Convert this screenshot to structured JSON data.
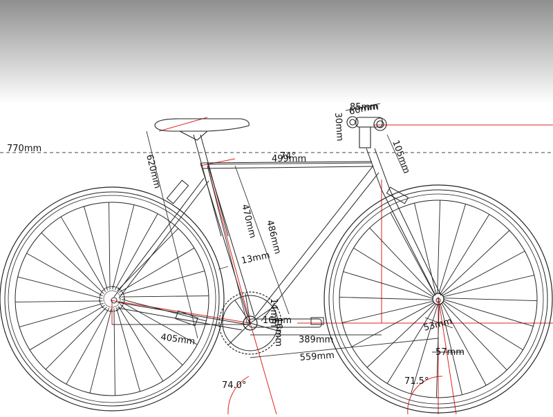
{
  "colors": {
    "background_top": "#8f8f8f",
    "background_bottom": "#ffffff",
    "frame_line": "#222222",
    "dimension_line": "#333333",
    "guide_line": "#e02020"
  },
  "dimensions": {
    "reference_height": "770mm",
    "stem_length": "85mm",
    "stem_rise": "60mm",
    "steerer_spacer": "30mm",
    "head_tube": "105mm",
    "seat_tube_angle_top": "74°",
    "top_tube": "499mm",
    "saddle_height": "620mm",
    "seat_tube_ct": "470mm",
    "seat_tube_cc": "486mm",
    "seat_tube_dia": "13mm",
    "bb_drop_a": "14mm",
    "bb_drop_b": "16mm",
    "bb_drop_c": "16mm",
    "chainstay": "405mm",
    "front_center_h": "389mm",
    "front_center": "559mm",
    "trail": "53mm",
    "fork_offset": "57mm",
    "seat_tube_angle": "74.0°",
    "head_tube_angle": "71.5°"
  }
}
